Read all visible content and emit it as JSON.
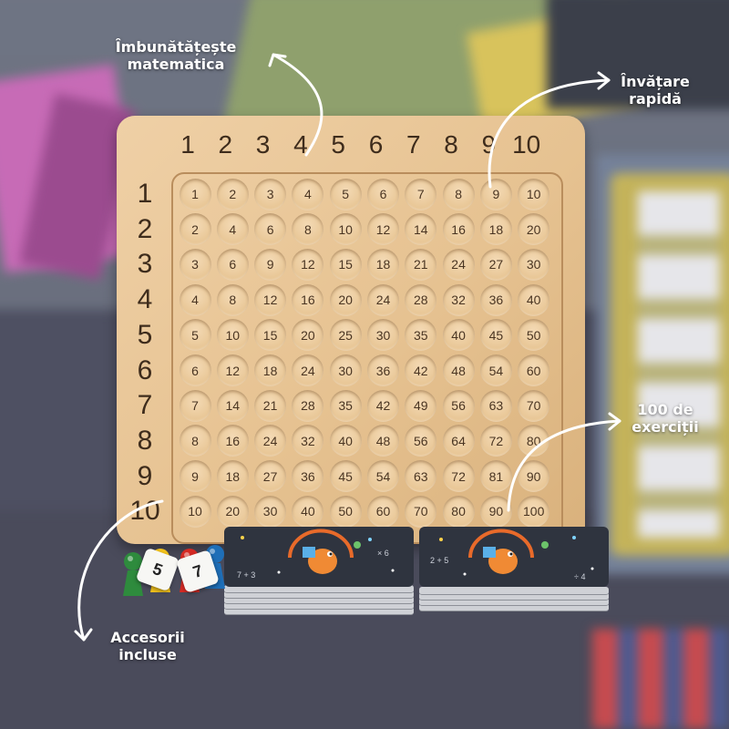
{
  "callouts": {
    "math": [
      "Îmbunătățește",
      "matematica"
    ],
    "fast": [
      "Învățare",
      "rapidă"
    ],
    "exercises": [
      "100 de",
      "exerciții"
    ],
    "accessories": [
      "Accesorii",
      "incluse"
    ]
  },
  "board": {
    "column_headers": [
      "1",
      "2",
      "3",
      "4",
      "5",
      "6",
      "7",
      "8",
      "9",
      "10"
    ],
    "row_headers": [
      "1",
      "2",
      "3",
      "4",
      "5",
      "6",
      "7",
      "8",
      "9",
      "10"
    ],
    "cells": [
      [
        "1",
        "2",
        "3",
        "4",
        "5",
        "6",
        "7",
        "8",
        "9",
        "10"
      ],
      [
        "2",
        "4",
        "6",
        "8",
        "10",
        "12",
        "14",
        "16",
        "18",
        "20"
      ],
      [
        "3",
        "6",
        "9",
        "12",
        "15",
        "18",
        "21",
        "24",
        "27",
        "30"
      ],
      [
        "4",
        "8",
        "12",
        "16",
        "20",
        "24",
        "28",
        "32",
        "36",
        "40"
      ],
      [
        "5",
        "10",
        "15",
        "20",
        "25",
        "30",
        "35",
        "40",
        "45",
        "50"
      ],
      [
        "6",
        "12",
        "18",
        "24",
        "30",
        "36",
        "42",
        "48",
        "54",
        "60"
      ],
      [
        "7",
        "14",
        "21",
        "28",
        "35",
        "42",
        "49",
        "56",
        "63",
        "70"
      ],
      [
        "8",
        "16",
        "24",
        "32",
        "40",
        "48",
        "56",
        "64",
        "72",
        "80"
      ],
      [
        "9",
        "18",
        "27",
        "36",
        "45",
        "54",
        "63",
        "72",
        "81",
        "90"
      ],
      [
        "10",
        "20",
        "30",
        "40",
        "50",
        "60",
        "70",
        "80",
        "90",
        "100"
      ]
    ]
  },
  "pawn_colors": [
    "#2e8b3d",
    "#f2c21b",
    "#d42a24",
    "#1e6fb8"
  ],
  "dice_faces": [
    "5",
    "7"
  ]
}
